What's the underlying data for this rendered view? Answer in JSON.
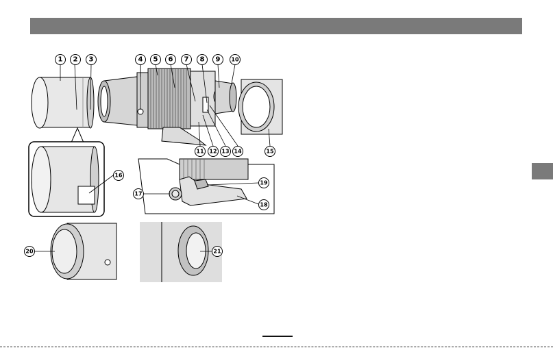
{
  "page": {
    "header_bar_color": "#7a7a7a",
    "side_tab_color": "#7a7a7a"
  },
  "figure": {
    "callouts": [
      "1",
      "2",
      "3",
      "4",
      "5",
      "6",
      "7",
      "8",
      "9",
      "10",
      "11",
      "12",
      "13",
      "14",
      "15",
      "16",
      "17",
      "18",
      "19",
      "20",
      "21"
    ]
  }
}
